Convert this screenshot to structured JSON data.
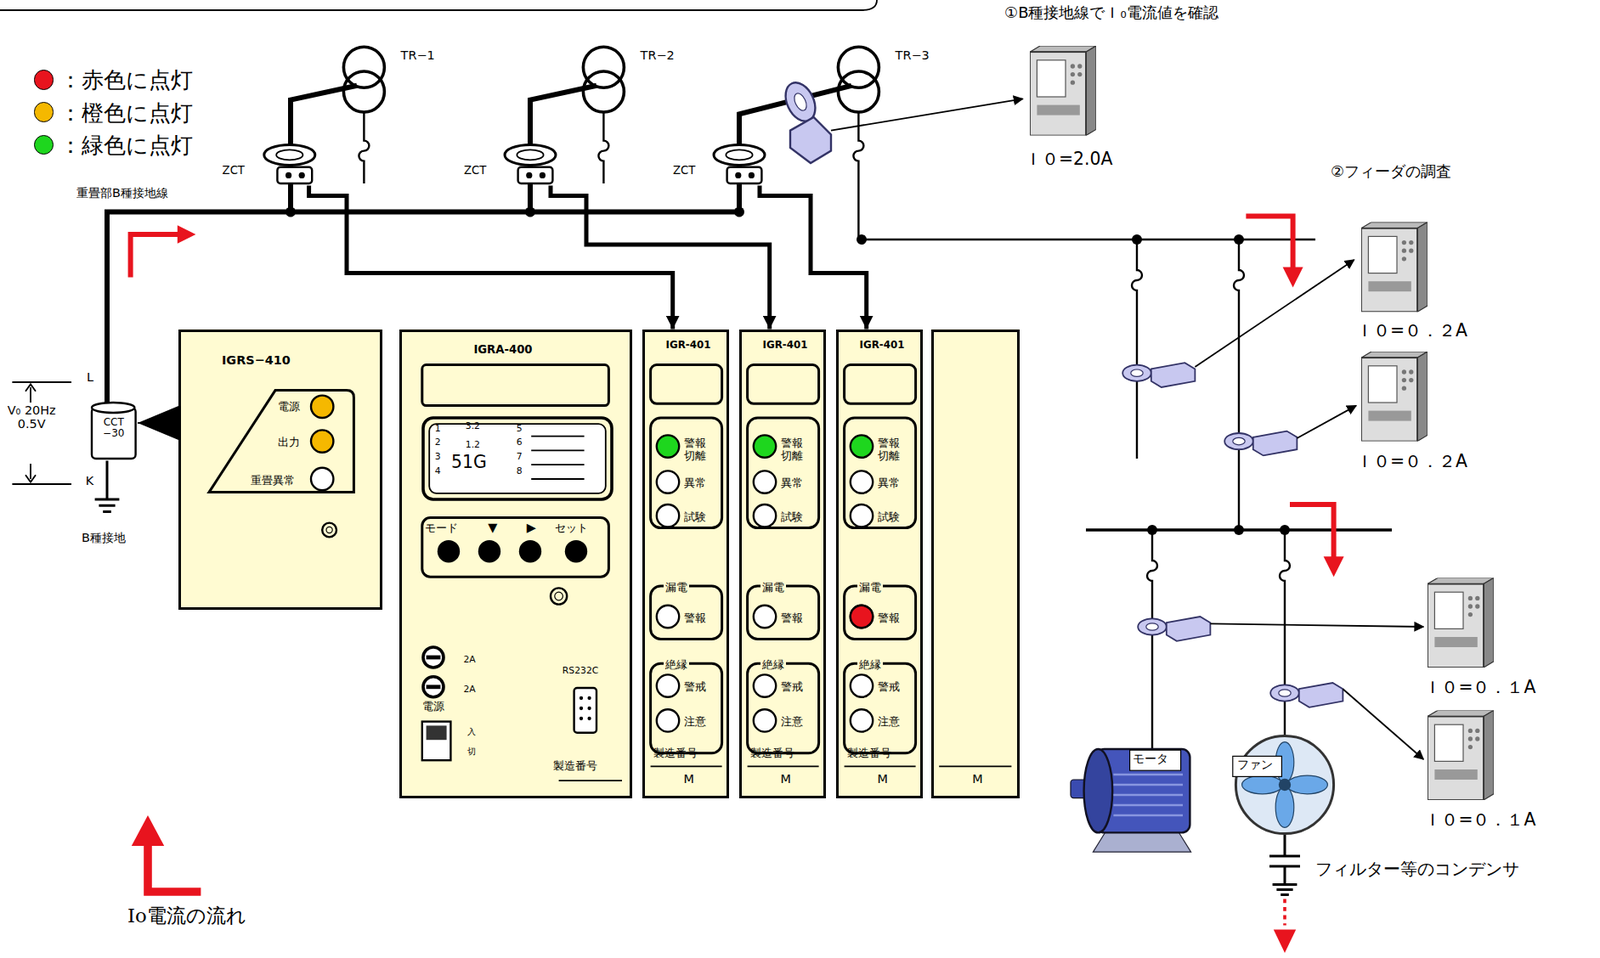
{
  "diagram": {
    "nodes": [
      {
        "text": [
          "TR−1"
        ]
      },
      {
        "text": [
          "TR−2"
        ]
      },
      {
        "text": [
          "TR−3"
        ]
      },
      {
        "text": [
          "ZCT"
        ]
      },
      {
        "text": [
          "ZCT"
        ]
      },
      {
        "text": [
          "ZCT"
        ]
      },
      {
        "text": [
          "CCT −30"
        ]
      },
      {
        "text": [
          "IGRS−410",
          "電源",
          "出力",
          "重畳異常"
        ]
      },
      {
        "text": [
          "IGRA-400",
          "モード",
          "▼",
          "▶",
          "セット",
          "2A",
          "2A",
          "電源",
          "入",
          "切",
          "RS232C",
          "製造番号"
        ]
      },
      {
        "text": [
          "1",
          "3.2",
          "5",
          "2",
          "1.2",
          "6",
          "3",
          "51G",
          "7",
          "4",
          "8"
        ],
        "in": 8
      },
      {
        "text": [
          "IGR-401",
          "警報 切離",
          "異常",
          "試験",
          "漏電",
          "警報",
          "絶縁",
          "警戒",
          "注意",
          "製造番号",
          "M"
        ]
      },
      {
        "text": [
          "IGR-401",
          "警報 切離",
          "異常",
          "試験",
          "漏電",
          "警報",
          "絶縁",
          "警戒",
          "注意",
          "製造番号",
          "M"
        ]
      },
      {
        "text": [
          "IGR-401",
          "警報 切離",
          "異常",
          "試験",
          "漏電",
          "警報",
          "絶縁",
          "警戒",
          "注意",
          "製造番号",
          "M"
        ]
      },
      {
        "text": [
          "M"
        ]
      },
      {
        "text": [
          "Ｉ０=2.0A"
        ]
      },
      {
        "text": [
          "Ｉ０=０．２A"
        ]
      },
      {
        "text": [
          "Ｉ０=０．２A"
        ]
      },
      {
        "text": [
          "Ｉ０=０．１A"
        ]
      },
      {
        "text": [
          "Ｉ０=０．１A"
        ]
      },
      {
        "text": [
          "モータ"
        ]
      },
      {
        "text": [
          "ファン"
        ]
      }
    ],
    "edges": [
      {
        "from": 3,
        "to": 10,
        "arrow": "to"
      },
      {
        "from": 4,
        "to": 11,
        "arrow": "to"
      },
      {
        "from": 5,
        "to": 12,
        "arrow": "to"
      },
      {
        "from": 7,
        "to": 6,
        "arrow": "to"
      }
    ],
    "labels": [
      "重畳部B種接地線",
      "①B種接地線でＩ₀電流値を確認",
      "②フィーダの調査",
      "フィルター等のコンデンサ",
      "Io電流の流れ",
      "L",
      "K",
      "V₀ 20Hz 0.5V",
      "B種接地"
    ],
    "legend": [
      {
        "text": "：赤色に点灯",
        "color": "#e8141e"
      },
      {
        "text": "：橙色に点灯",
        "color": "#f5b800"
      },
      {
        "text": "：緑色に点灯",
        "color": "#1ed61e"
      }
    ]
  }
}
